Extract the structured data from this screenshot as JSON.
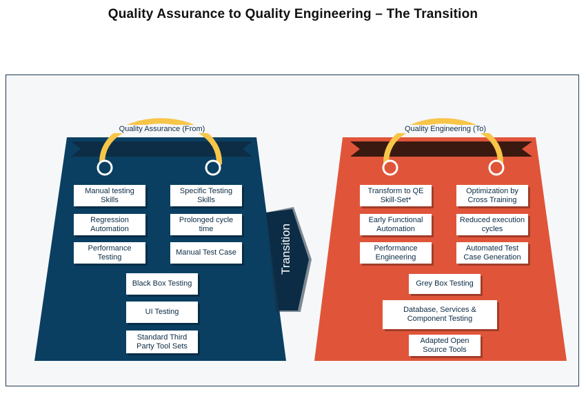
{
  "title": "Quality Assurance to Quality Engineering – The Transition",
  "colors": {
    "qa_bag": "#0a3f62",
    "qe_bag": "#e0553a",
    "handle": "#f7c548",
    "qa_ribbon": "#0c2d45",
    "qe_ribbon": "#3a1a10",
    "transition": "#0b2c44"
  },
  "qa": {
    "label": "Quality Assurance (From)",
    "items": [
      "Manual testing Skills",
      "Specific Testing Skills",
      "Regression Automation",
      "Prolonged cycle time",
      "Performance Testing",
      "Manual Test Case",
      "Black Box Testing",
      "UI Testing",
      "Standard Third Party Tool Sets"
    ]
  },
  "qe": {
    "label": "Quality Engineering (To)",
    "items": [
      "Transform to QE Skill-Set*",
      "Optimization by Cross Training",
      "Early Functional Automation",
      "Reduced execution cycles",
      "Performance Engineering",
      "Automated Test Case Generation",
      "Grey Box Testing",
      "Database, Services & Component Testing",
      "Adapted Open Source Tools"
    ]
  },
  "transition": {
    "label": "Transition"
  }
}
